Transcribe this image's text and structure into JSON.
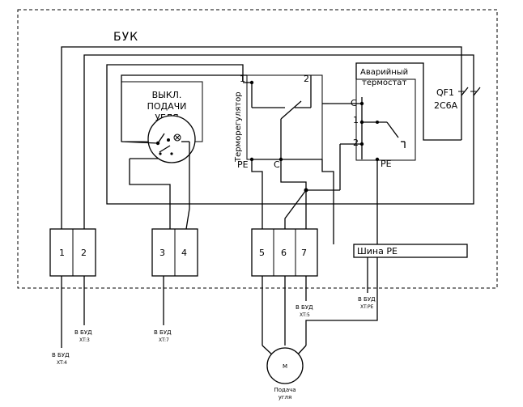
{
  "block_title": "БУК",
  "switch_label": [
    "ВЫКЛ.",
    "ПОДАЧИ",
    "УГЛЯ"
  ],
  "thermoregulator": {
    "label": "Терморегулятор",
    "pin_1": "1",
    "pin_2": "2",
    "pin_pe": "PE",
    "pin_c": "C"
  },
  "emergency_thermostat": {
    "label": [
      "Аварийный",
      "термостат"
    ],
    "pin_c": "C",
    "pin_1": "1",
    "pin_2": "2",
    "pin_pe": "PE"
  },
  "breaker": {
    "name": "QF1",
    "rating": "2C6A"
  },
  "terminals": [
    "1",
    "2",
    "3",
    "4",
    "5",
    "6",
    "7"
  ],
  "pe_bus_label": "Шина PE",
  "external_refs": {
    "t1": [
      "В БУД",
      "XT:4"
    ],
    "t2": [
      "В БУД",
      "XT:3"
    ],
    "t3": [
      "В БУД",
      "XT:7"
    ],
    "t7": [
      "В БУД",
      "XT:5"
    ],
    "pe": [
      "В БУД",
      "XT:PE"
    ]
  },
  "motor": {
    "symbol": "M",
    "caption": [
      "Подача",
      "угля"
    ]
  }
}
